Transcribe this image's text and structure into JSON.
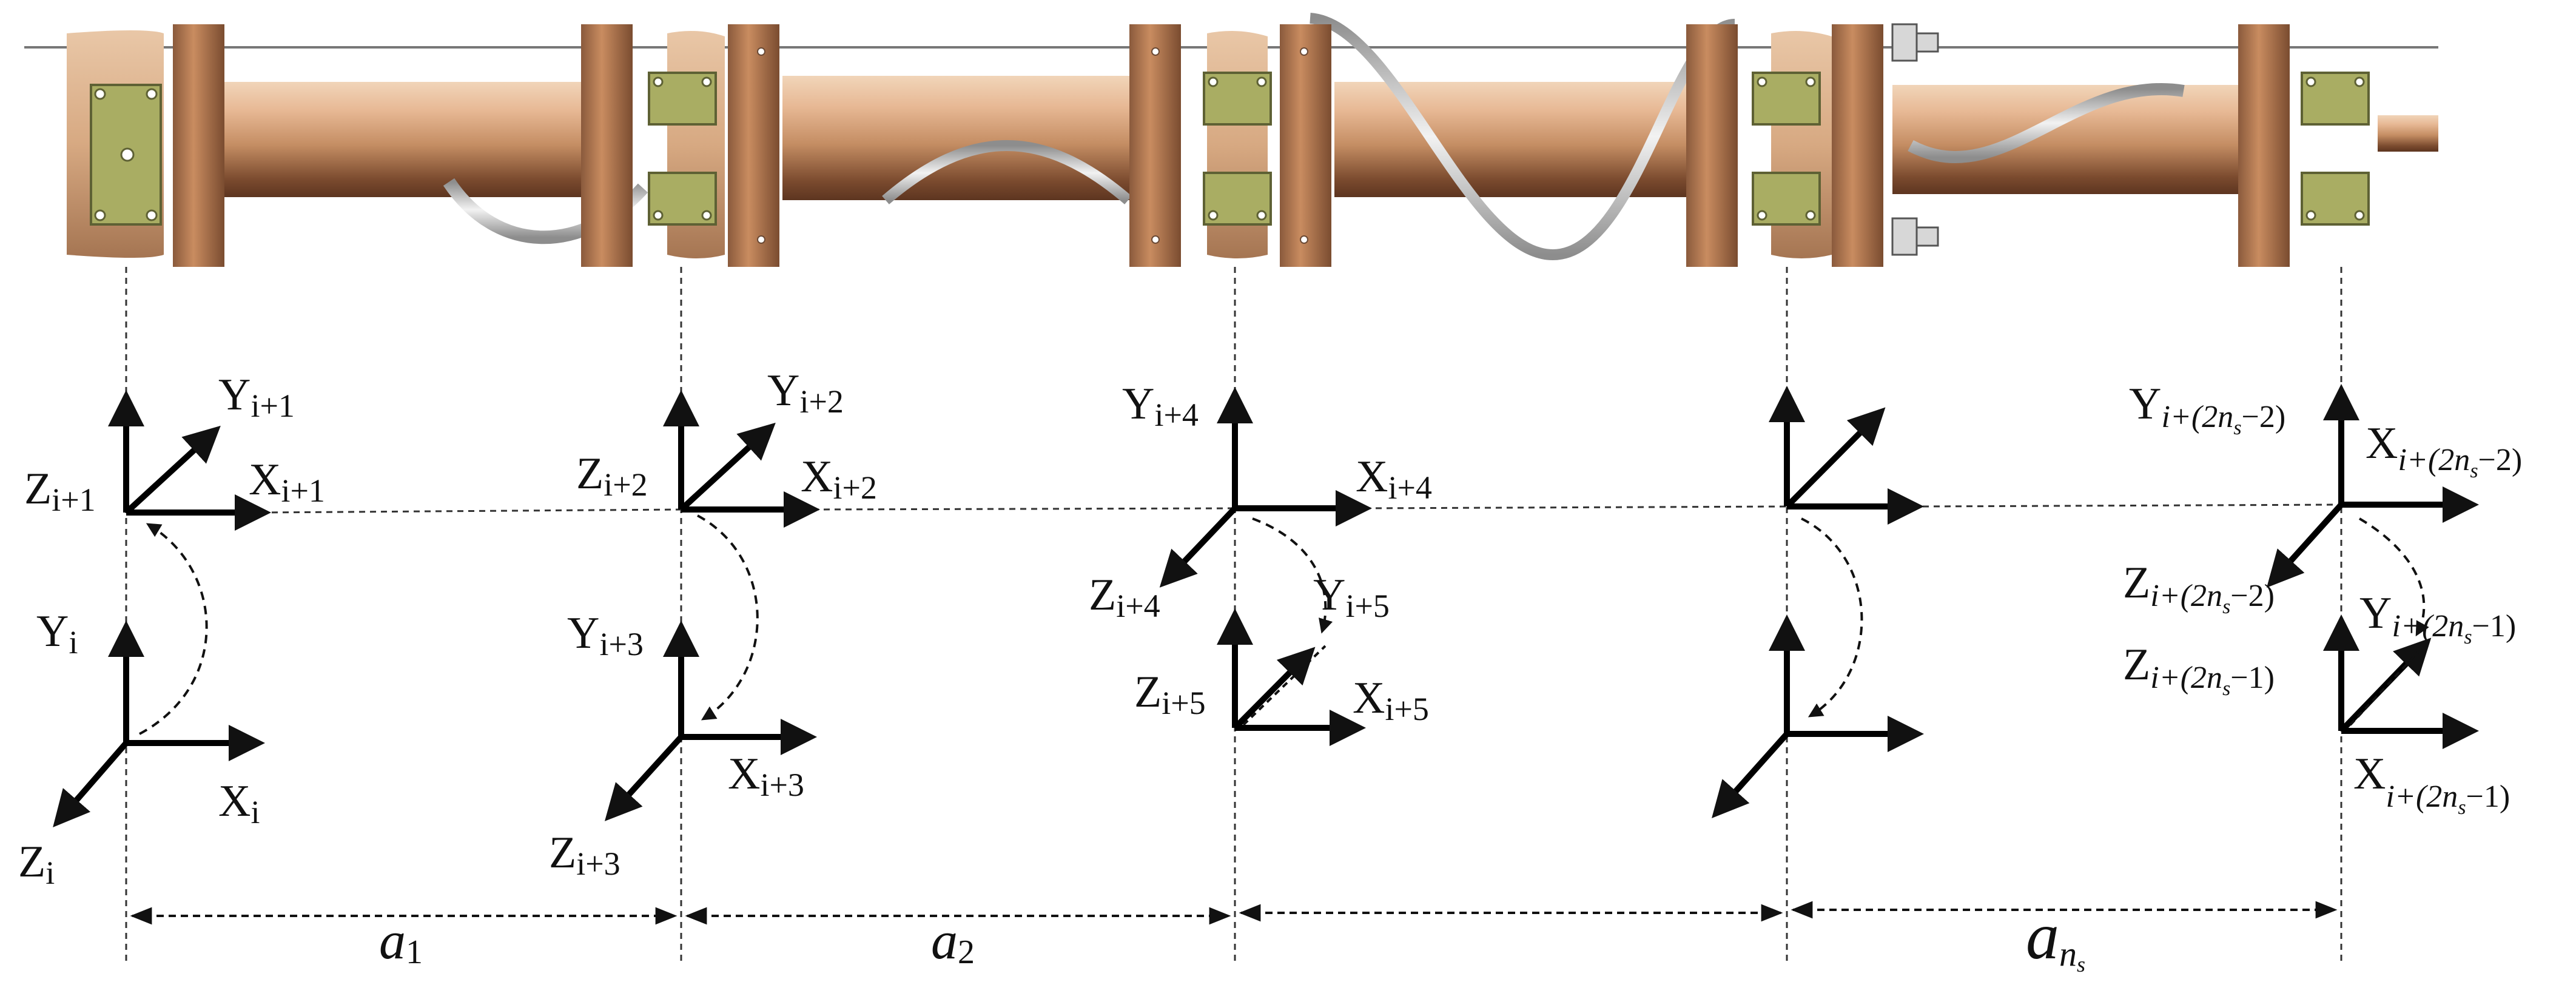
{
  "frame_labels": {
    "y_i1": "Y",
    "y_i1_sub": "i+1",
    "z_i1": "Z",
    "z_i1_sub": "i+1",
    "x_i1": "X",
    "x_i1_sub": "i+1",
    "y_i": "Y",
    "y_i_sub": "i",
    "x_i": "X",
    "x_i_sub": "i",
    "z_i": "Z",
    "z_i_sub": "i",
    "y_i2": "Y",
    "y_i2_sub": "i+2",
    "z_i2": "Z",
    "z_i2_sub": "i+2",
    "x_i2": "X",
    "x_i2_sub": "i+2",
    "y_i3": "Y",
    "y_i3_sub": "i+3",
    "x_i3": "X",
    "x_i3_sub": "i+3",
    "z_i3": "Z",
    "z_i3_sub": "i+3",
    "y_i4": "Y",
    "y_i4_sub": "i+4",
    "x_i4": "X",
    "x_i4_sub": "i+4",
    "z_i4": "Z",
    "z_i4_sub": "i+4",
    "y_i5": "Y",
    "y_i5_sub": "i+5",
    "z_i5": "Z",
    "z_i5_sub": "i+5",
    "x_i5": "X",
    "x_i5_sub": "i+5",
    "y_n2": "Y",
    "y_n2_sub": "i+(2n",
    "x_n2": "X",
    "x_n2_sub": "i+(2n",
    "z_n2": "Z",
    "z_n2_sub": "i+(2n",
    "y_n1": "Y",
    "y_n1_sub": "i+(2n",
    "z_n1": "Z",
    "z_n1_sub": "i+(2n",
    "x_n1": "X",
    "x_n1_sub": "i+(2n",
    "sub_s": "s",
    "minus2": "−2)",
    "minus1": "−1)"
  },
  "dimensions": {
    "a1": "a",
    "a1_sub": "1",
    "a2": "a",
    "a2_sub": "2",
    "ans": "a",
    "ans_sub": "n",
    "ans_subsub": "s"
  },
  "colors": {
    "tube": "#c99a70",
    "flange": "#a87454",
    "bracket": "#a9ad63",
    "cable": "#b8b8b8",
    "ink": "#111111"
  }
}
